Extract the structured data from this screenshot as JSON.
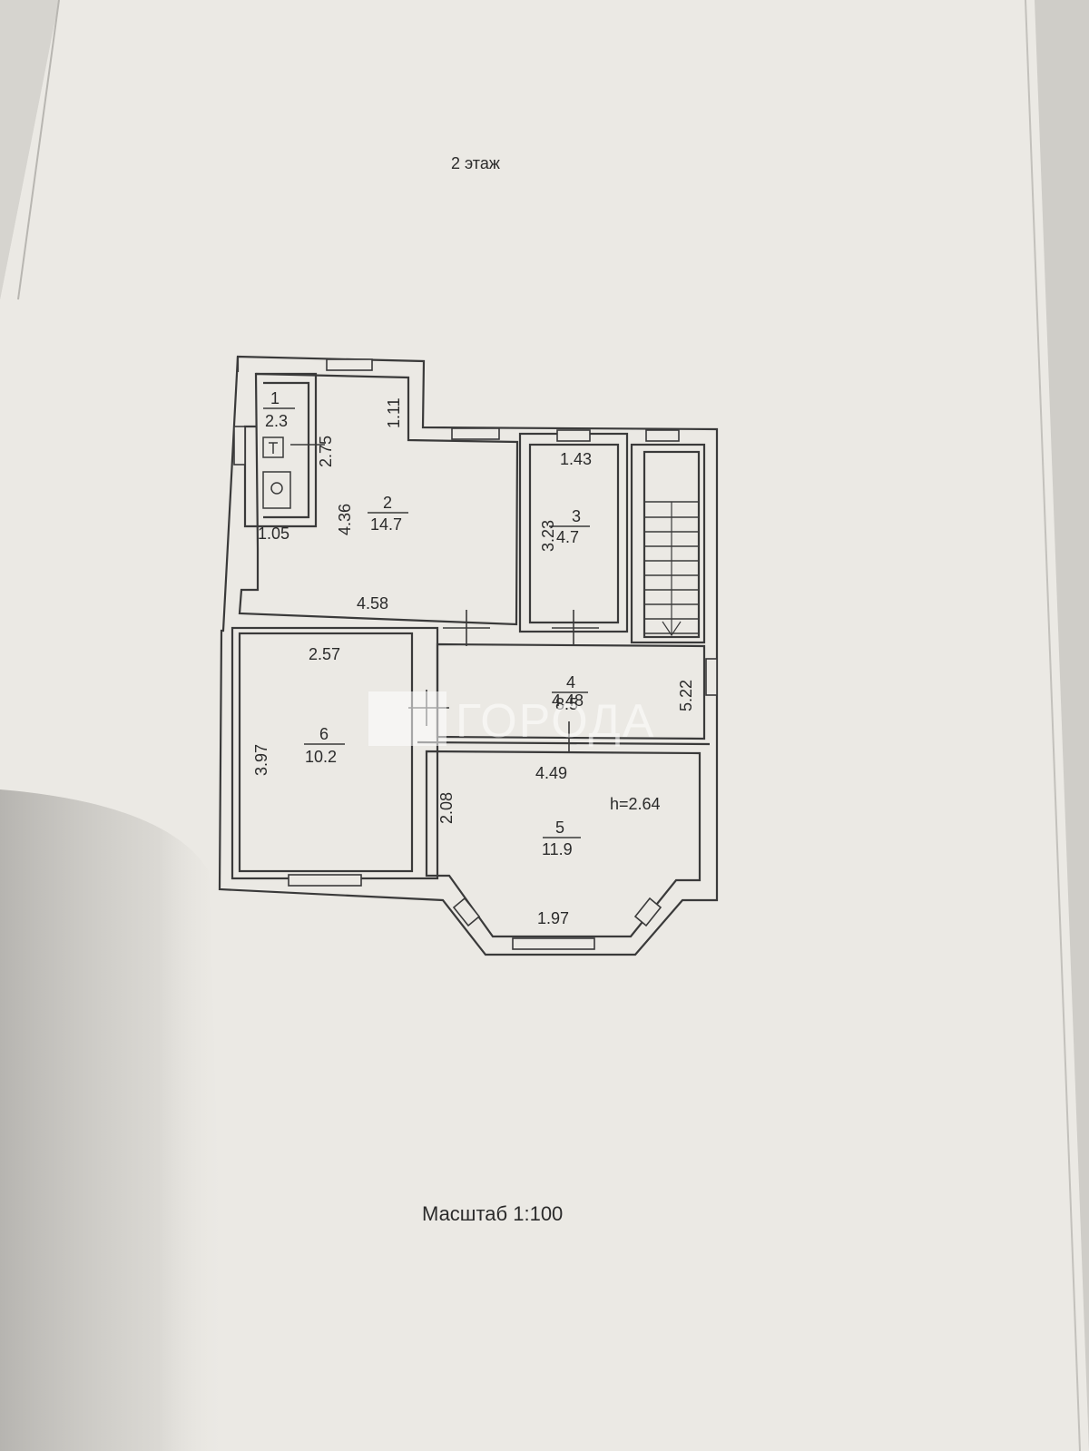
{
  "title": "2 этаж",
  "scale": "Масштаб 1:100",
  "ceiling_height": "h=2.64",
  "watermark": "ГОРОДА",
  "rooms": [
    {
      "number": "1",
      "area": "2.3"
    },
    {
      "number": "2",
      "area": "14.7"
    },
    {
      "number": "3",
      "area": "4.7"
    },
    {
      "number": "4",
      "area": "8.5"
    },
    {
      "number": "5",
      "area": "11.9"
    },
    {
      "number": "6",
      "area": "10.2"
    }
  ],
  "dimensions": {
    "d111": "1.11",
    "d275": "2.75",
    "d436": "4.36",
    "d105": "1.05",
    "d458": "4.58",
    "d143": "1.43",
    "d323": "3.23",
    "d522": "5.22",
    "d448": "4.48",
    "d449": "4.49",
    "d257": "2.57",
    "d397": "3.97",
    "d208": "2.08",
    "d197": "1.97"
  },
  "colors": {
    "paper": "#ebe9e4",
    "line": "#3a3a3a",
    "shadow": "#c9c7c2"
  }
}
